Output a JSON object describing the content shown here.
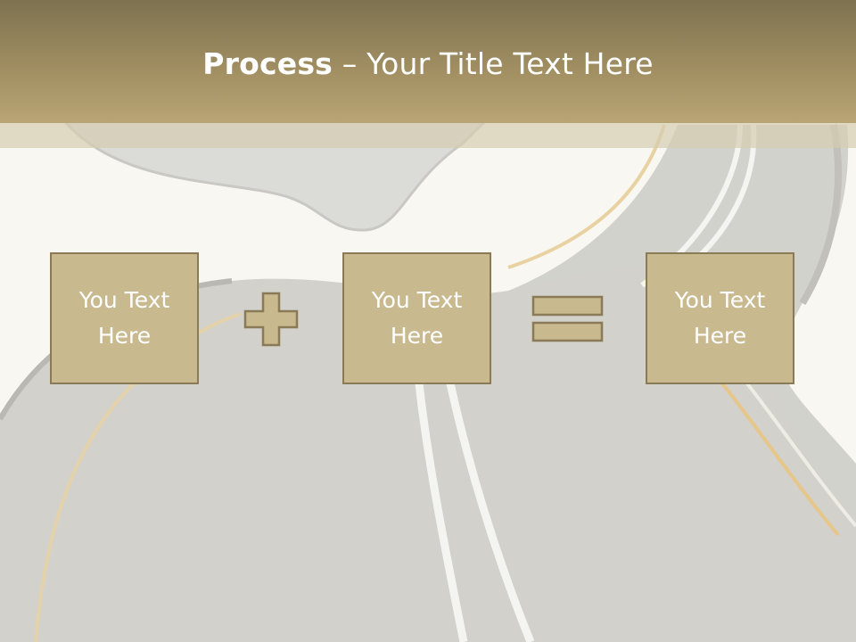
{
  "slide": {
    "title_bold": "Process",
    "title_rest": " – Your Title Text Here",
    "boxes": [
      {
        "label": "You Text\nHere"
      },
      {
        "label": "You Text\nHere"
      },
      {
        "label": "You Text\nHere"
      }
    ],
    "operators": [
      "plus",
      "equals"
    ],
    "colors": {
      "header": "#a08e62",
      "box_fill": "#c9b98f",
      "box_border": "#8a7a56",
      "road": "#c8c7c1",
      "road_edge_yellow": "#e3c98e"
    }
  }
}
